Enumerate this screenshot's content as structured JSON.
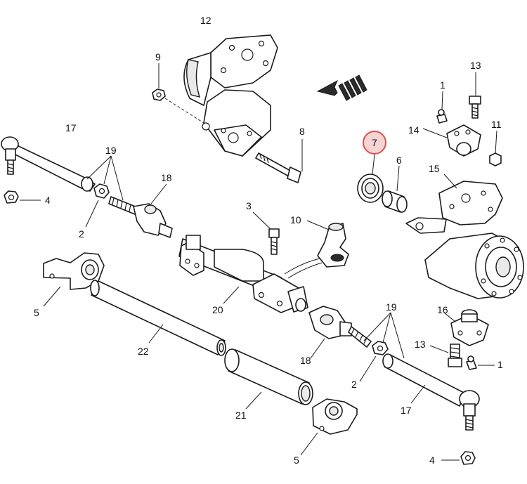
{
  "diagram": {
    "highlight_color": "#d9534f",
    "highlight_fill": "#f6d4d4",
    "direction_arrow": "front-direction-arrow",
    "callouts": [
      {
        "id": "c12",
        "text": "12"
      },
      {
        "id": "c9",
        "text": "9"
      },
      {
        "id": "c8",
        "text": "8"
      },
      {
        "id": "c17a",
        "text": "17"
      },
      {
        "id": "c19a",
        "text": "19"
      },
      {
        "id": "c18a",
        "text": "18"
      },
      {
        "id": "c4a",
        "text": "4"
      },
      {
        "id": "c2a",
        "text": "2"
      },
      {
        "id": "c3",
        "text": "3"
      },
      {
        "id": "c10",
        "text": "10"
      },
      {
        "id": "c7",
        "text": "7"
      },
      {
        "id": "c6",
        "text": "6"
      },
      {
        "id": "c1a",
        "text": "1"
      },
      {
        "id": "c13a",
        "text": "13"
      },
      {
        "id": "c14",
        "text": "14"
      },
      {
        "id": "c11",
        "text": "11"
      },
      {
        "id": "c15",
        "text": "15"
      },
      {
        "id": "c5a",
        "text": "5"
      },
      {
        "id": "c20",
        "text": "20"
      },
      {
        "id": "c22",
        "text": "22"
      },
      {
        "id": "c19b",
        "text": "19"
      },
      {
        "id": "c16",
        "text": "16"
      },
      {
        "id": "c13b",
        "text": "13"
      },
      {
        "id": "c1b",
        "text": "1"
      },
      {
        "id": "c18b",
        "text": "18"
      },
      {
        "id": "c2b",
        "text": "2"
      },
      {
        "id": "c21",
        "text": "21"
      },
      {
        "id": "c17b",
        "text": "17"
      },
      {
        "id": "c5b",
        "text": "5"
      },
      {
        "id": "c4b",
        "text": "4"
      }
    ]
  }
}
